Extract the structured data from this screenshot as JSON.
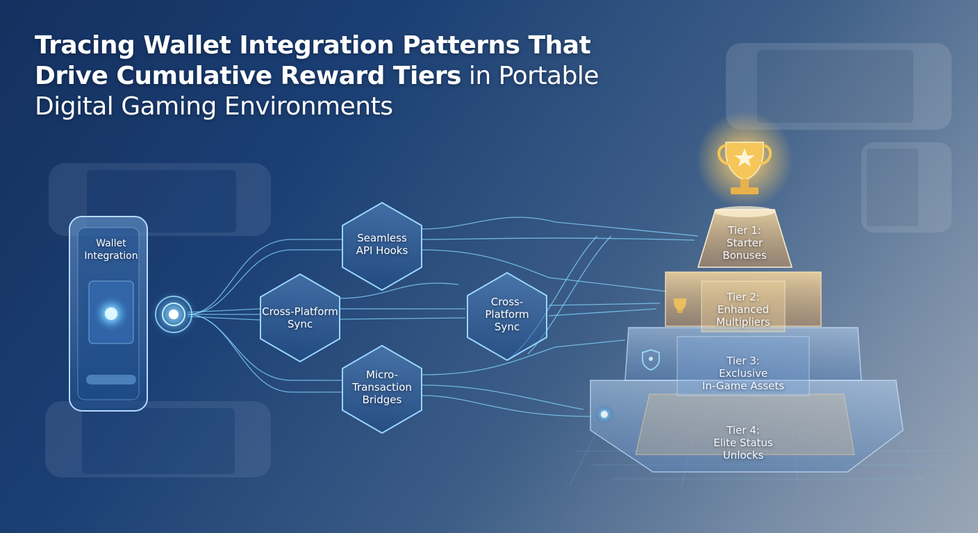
{
  "title": {
    "bold": "Tracing Wallet Integration Patterns That Drive Cumulative Reward Tiers",
    "light_1": "in Portable",
    "light_2": "Digital Gaming Environments"
  },
  "phone": {
    "label_line1": "Wallet",
    "label_line2": "Integration"
  },
  "nodes": [
    {
      "id": "api-hooks",
      "line1": "Seamless",
      "line2": "API Hooks"
    },
    {
      "id": "sync-left",
      "line1": "Cross-Platform",
      "line2": "Sync"
    },
    {
      "id": "sync-right",
      "line1": "Cross-",
      "line2": "Platform",
      "line3": "Sync"
    },
    {
      "id": "micro",
      "line1": "Micro-",
      "line2": "Transaction",
      "line3": "Bridges"
    }
  ],
  "tiers": [
    {
      "line1": "Tier 1:",
      "line2": "Starter",
      "line3": "Bonuses"
    },
    {
      "line1": "Tier 2:",
      "line2": "Enhanced",
      "line3": "Multipliers"
    },
    {
      "line1": "Tier 3:",
      "line2": "Exclusive",
      "line3": "In-Game Assets"
    },
    {
      "line1": "Tier 4:",
      "line2": "Elite Status",
      "line3": "Unlocks"
    }
  ],
  "colors": {
    "glow": "#7fd3ff",
    "gold": "#ffcf6b",
    "glass": "#a9c8ec"
  },
  "icons": [
    "trophy-icon",
    "shield-icon",
    "wallet-phone-icon",
    "handheld-console-icon"
  ]
}
